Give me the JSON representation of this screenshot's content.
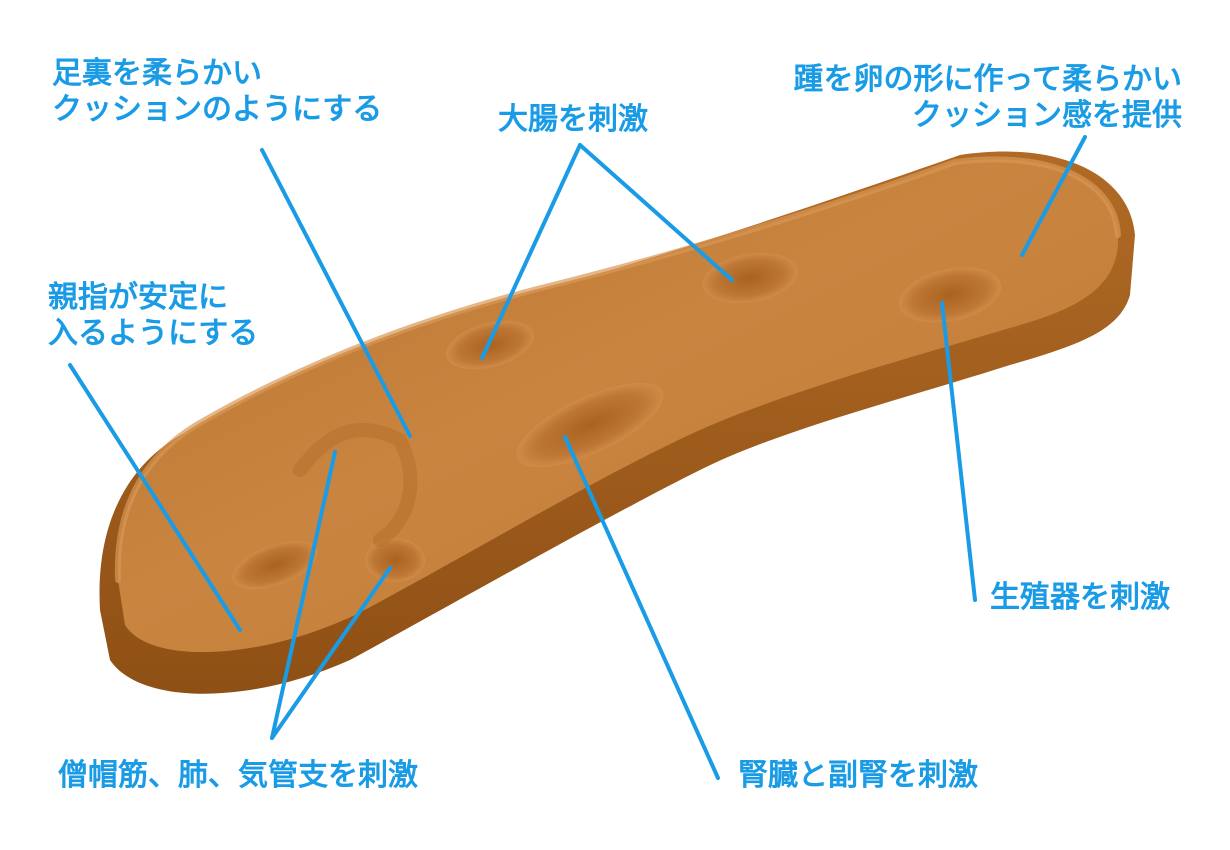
{
  "colors": {
    "label_blue": "#1a9be6",
    "insole_top": "#c9843f",
    "insole_side": "#a9631f",
    "insole_shadow": "#8f5015"
  },
  "labels": {
    "soft_sole": {
      "line1": "足裏を柔らかい",
      "line2": "クッションのようにする"
    },
    "colon": "大腸を刺激",
    "heel": {
      "line1": "踵を卵の形に作って柔らかい",
      "line2": "クッション感を提供"
    },
    "big_toe": {
      "line1": "親指が安定に",
      "line2": "入るようにする"
    },
    "reproductive": "生殖器を刺激",
    "trapezius_lung": "僧帽筋、肺、気管支を刺激",
    "kidney_adrenal": "腎臓と副腎を刺激"
  }
}
